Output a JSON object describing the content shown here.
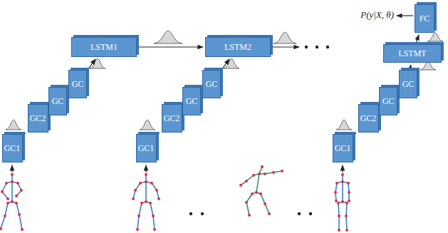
{
  "diagram": {
    "nodes": [
      {
        "text": [
          "GC1"
        ]
      },
      {
        "text": [
          "GC2"
        ]
      },
      {
        "text": [
          "GC"
        ]
      },
      {
        "text": [
          "GC"
        ]
      },
      {
        "text": [
          "LSTM1"
        ]
      },
      {
        "text": [
          "GC1"
        ]
      },
      {
        "text": [
          "GC2"
        ]
      },
      {
        "text": [
          "GC"
        ]
      },
      {
        "text": [
          "GC"
        ]
      },
      {
        "text": [
          "LSTM2"
        ]
      },
      {
        "text": [
          "GC1"
        ]
      },
      {
        "text": [
          "GC2"
        ]
      },
      {
        "text": [
          "GC"
        ]
      },
      {
        "text": [
          "GC"
        ]
      },
      {
        "text": [
          "LSTMT"
        ]
      },
      {
        "text": [
          "FC"
        ]
      }
    ],
    "edges": [
      {
        "from": 0,
        "to": 1,
        "arrow": "to"
      },
      {
        "from": 3,
        "to": 4,
        "arrow": "to"
      },
      {
        "from": 4,
        "to": 9,
        "arrow": "to"
      },
      {
        "from": 5,
        "to": 6,
        "arrow": "to"
      },
      {
        "from": 8,
        "to": 9,
        "arrow": "to"
      },
      {
        "from": 10,
        "to": 11,
        "arrow": "to"
      },
      {
        "from": 13,
        "to": 14,
        "arrow": "to"
      },
      {
        "from": 14,
        "to": 15,
        "arrow": "to"
      }
    ],
    "labels": [
      "P(y|X, θ)"
    ]
  }
}
